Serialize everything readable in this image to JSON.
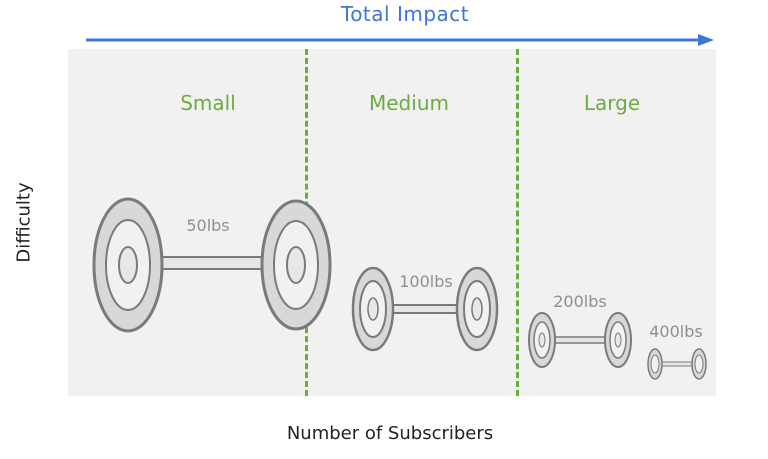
{
  "top_label": "Total Impact",
  "y_axis_label": "Difficulty",
  "x_axis_label": "Number of Subscribers",
  "categories": [
    {
      "label": "Small"
    },
    {
      "label": "Medium"
    },
    {
      "label": "Large"
    }
  ],
  "weights": [
    {
      "label": "50lbs"
    },
    {
      "label": "100lbs"
    },
    {
      "label": "200lbs"
    },
    {
      "label": "400lbs"
    }
  ],
  "colors": {
    "accent_blue": "#3f74d8",
    "accent_green": "#6cac3f",
    "sketch_gray": "#7a7a7a",
    "panel_bg": "#f1f1f1"
  }
}
